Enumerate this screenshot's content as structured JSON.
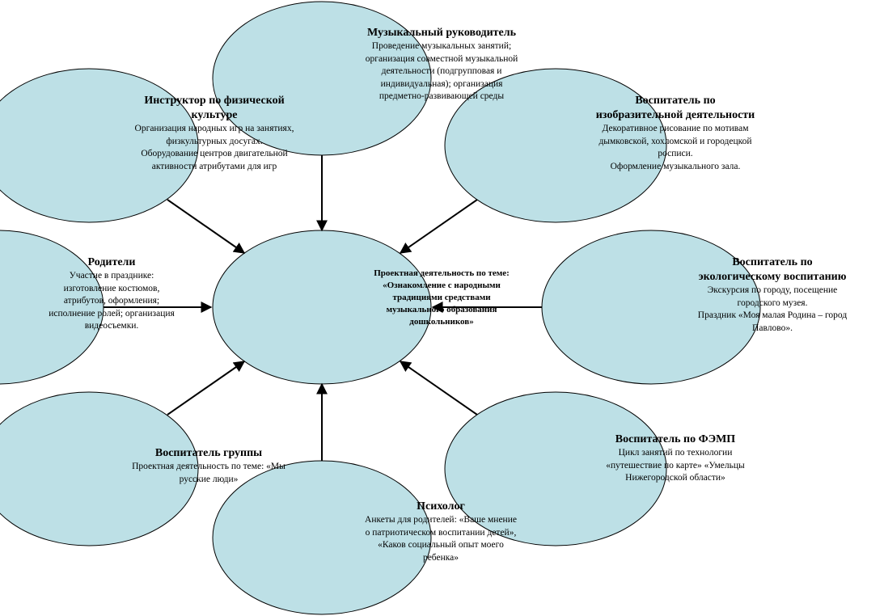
{
  "diagram": {
    "center": {
      "text": "Проектная деятельность по теме: «Ознакомление с народными традициями средствами музыкального образования дошкольников»"
    },
    "nodes": {
      "music": {
        "title": "Музыкальный руководитель",
        "body": "Проведение музыкальных занятий; организация совместной музыкальной деятельности (подгрупповая и индивидуальная); организация предметно-развивающей среды"
      },
      "physical": {
        "title": "Инструктор по физической культуре",
        "body": "Организация народных игр на занятиях, физкультурных досугах.\nОборудование центров двигательной активности атрибутами для игр"
      },
      "art": {
        "title": "Воспитатель по изобразительной деятельности",
        "body": "Декоративное рисование по мотивам дымковской, хохломской и городецкой росписи.\nОформление музыкального зала."
      },
      "parents": {
        "title": "Родители",
        "body": "Участие в празднике: изготовление костюмов, атрибутов, оформления; исполнение ролей; организация видеосъемки."
      },
      "ecology": {
        "title": "Воспитатель по экологическому воспитанию",
        "body": "Экскурсия по городу, посещение городского музея.\nПраздник «Моя малая Родина – город Павлово»."
      },
      "group": {
        "title": "Воспитатель группы",
        "body": "Проектная деятельность по теме: «Мы русские люди»"
      },
      "math": {
        "title": "Воспитатель по ФЭМП",
        "body": "Цикл занятий по технологии «путешествие по карте» «Умельцы Нижегородской области»"
      },
      "psych": {
        "title": "Психолог",
        "body": "Анкеты для родителей: «Ваше мнение о патриотическом воспитании детей», «Каков социальный опыт моего ребенка»"
      }
    },
    "colors": {
      "fill": "#bde0e6",
      "stroke": "#000000"
    }
  }
}
